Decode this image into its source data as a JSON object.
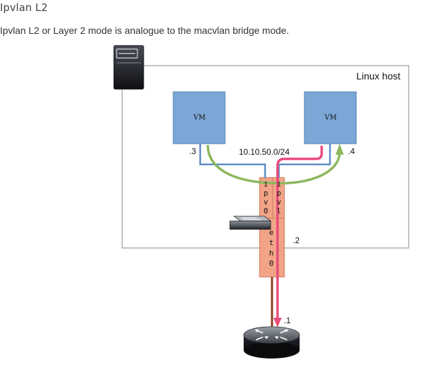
{
  "page": {
    "heading": "Ipvlan L2",
    "description": "Ipvlan L2 or Layer 2 mode is analogue to the macvlan bridge mode."
  },
  "diagram": {
    "host_label": "Linux host",
    "vm_left_label": "VM",
    "vm_right_label": "VM",
    "subnet_label": "10.10.50.0/24",
    "vm_left_addr": ".3",
    "vm_right_addr": ".4",
    "host_addr": ".2",
    "router_addr": ".1",
    "iface_ipvl0": [
      "i",
      "p",
      "v",
      "0"
    ],
    "iface_ipvl1": [
      "i",
      "p",
      "v",
      "l"
    ],
    "iface_eth0": [
      "e",
      "t",
      "h",
      "0"
    ]
  },
  "colors": {
    "host_border": "#888888",
    "vm_fill": "#7ba7d6",
    "iface_fill": "#f2a487",
    "link_blue": "#5b8cc6",
    "path_green": "#8cb75e",
    "path_pink": "#ea4b7b",
    "uplink_brown": "#8b3a1c"
  },
  "icons": {
    "server": "server-icon",
    "switch": "switch-icon",
    "router": "router-icon"
  }
}
